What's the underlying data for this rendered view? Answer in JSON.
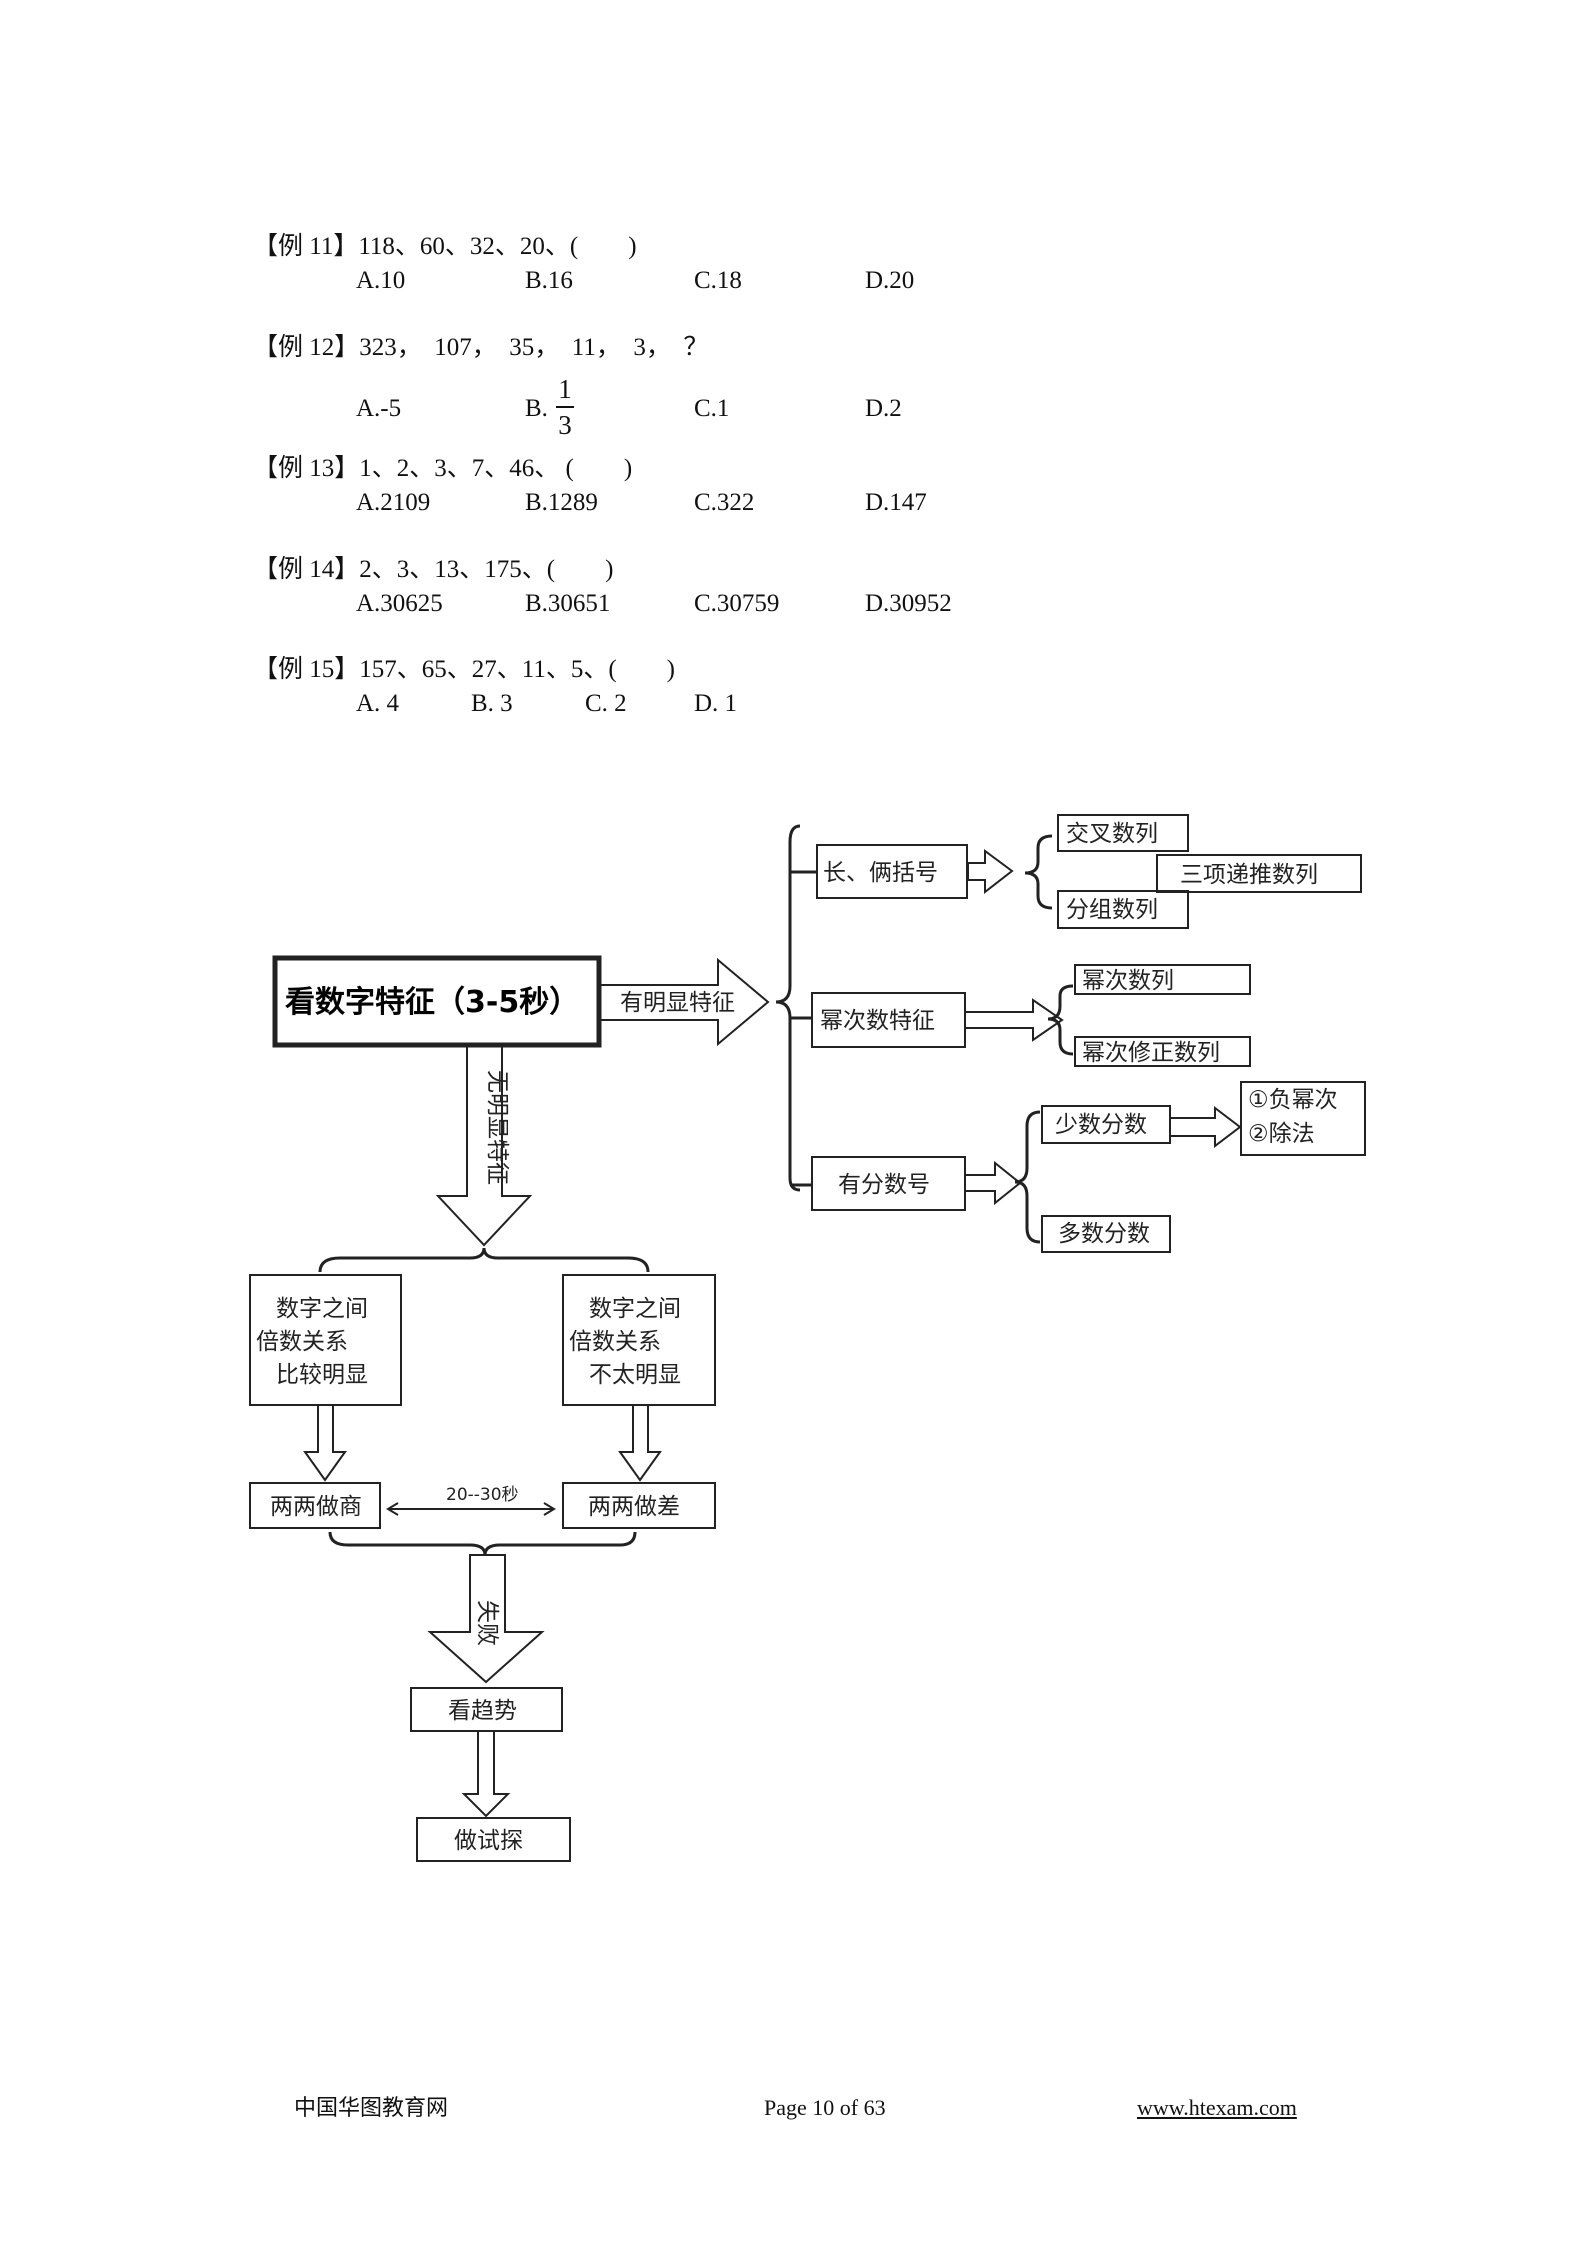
{
  "questions": [
    {
      "stem": "【例 11】118、60、32、20、(　　)",
      "options": [
        "A.10",
        "B.16",
        "C.18",
        "D.20"
      ]
    },
    {
      "stem": "【例 12】323，　107，　35，　11，　3，　？",
      "options": [
        "A.-5",
        "B.",
        "C.1",
        "D.2"
      ],
      "fraction": {
        "numerator": "1",
        "denominator": "3"
      }
    },
    {
      "stem": "【例 13】1、2、3、7、46、 (　　)",
      "options": [
        "A.2109",
        "B.1289",
        "C.322",
        "D.147"
      ]
    },
    {
      "stem": "【例 14】2、3、13、175、(　　)",
      "options": [
        "A.30625",
        "B.30651",
        "C.30759",
        "D.30952"
      ]
    },
    {
      "stem": "【例 15】157、65、27、11、5、(　　)",
      "options": [
        "A. 4",
        "B. 3",
        "C. 2",
        "D. 1"
      ]
    }
  ],
  "flowchart": {
    "start": "看数字特征（3-5秒）",
    "obvious_label": "有明显特征",
    "not_obvious_label": "无明显特征",
    "branches": {
      "brackets": "长、俩括号",
      "interleave": "交叉数列",
      "three_term": "三项递推数列",
      "group": "分组数列",
      "power": "幂次数特征",
      "power_series": "幂次数列",
      "power_corrected": "幂次修正数列",
      "fraction": "有分数号",
      "few_fractions": "少数分数",
      "neg_power": "①负幂次",
      "division": "②除法",
      "many_fractions": "多数分数"
    },
    "left_box": [
      "数字之间",
      "倍数关系",
      "比较明显"
    ],
    "right_box": [
      "数字之间",
      "倍数关系",
      "不太明显"
    ],
    "quotient": "两两做商",
    "difference": "两两做差",
    "time": "20--30秒",
    "fail": "失败",
    "trend": "看趋势",
    "trial": "做试探"
  },
  "footer": {
    "left": "中国华图教育网",
    "center": "Page 10 of 63",
    "right": "www.htexam.com"
  }
}
